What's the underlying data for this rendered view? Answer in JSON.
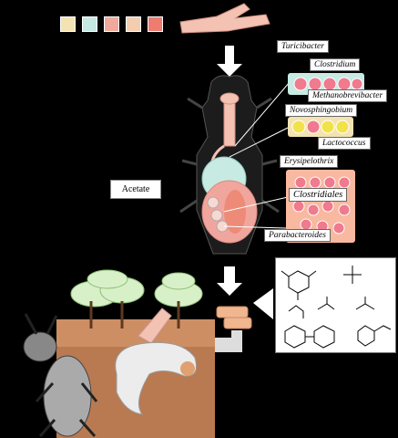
{
  "legend": {
    "swatches": [
      "#f3e3b2",
      "#c4e9e2",
      "#f0a99a",
      "#f4cdb0",
      "#ef7c71"
    ]
  },
  "labels": {
    "turicibacter": "Turicibacter",
    "clostridium": "Clostridium",
    "methanobrevibacter": "Methanobrevibacter",
    "novosphingobium": "Novosphingobium",
    "lactococcus": "Lactococcus",
    "erysipelothrix": "Erysipelothrix",
    "clostridiales": "Clostridiales",
    "parabacteroides": "Parabacteroides",
    "acetate": "Acetate"
  },
  "colors": {
    "skin": "#f4c2b2",
    "gut": "#f1a69d",
    "hindgut": "#c7eae3",
    "bacteria_pink": "#f07a8e",
    "bacteria_yellow": "#f2e24a",
    "cluster_panel": "#f8b9a0",
    "wood": "#c8855b",
    "tree": "#d8f0c8"
  }
}
